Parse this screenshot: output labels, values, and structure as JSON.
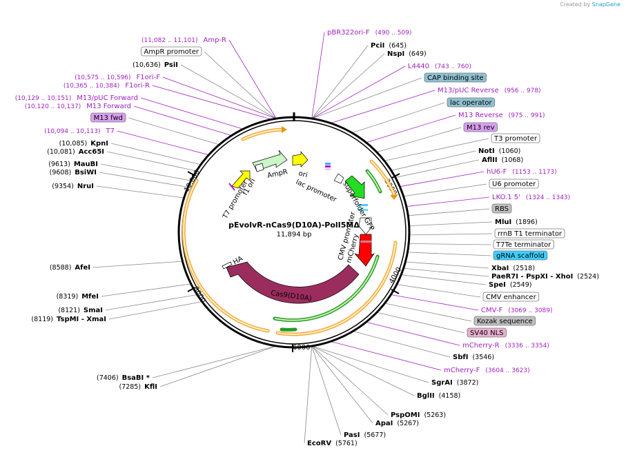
{
  "credit": {
    "prefix": "Created by",
    "brand": "SnapGene"
  },
  "plasmid": {
    "name": "pEvolvR-nCas9(D10A)-PolI5MΔ",
    "length_bp": 11894,
    "length_label": "11,894 bp"
  },
  "ticks": [
    "2000",
    "4000",
    "6000",
    "8000",
    "10,000"
  ],
  "colors": {
    "primer": "#a020c0",
    "enzyme_line": "#888888",
    "backbone": "#000000"
  },
  "left_labels": [
    {
      "kind": "primer",
      "name": "Amp-R",
      "pos": "(11,082 .. 11,101)"
    },
    {
      "kind": "feature",
      "name": "AmpR promoter",
      "pos": ""
    },
    {
      "kind": "enzyme",
      "name": "PsiI",
      "pos": "(10,636)"
    },
    {
      "kind": "primer",
      "name": "F1ori-F",
      "pos": "(10,575 .. 10,596)"
    },
    {
      "kind": "primer",
      "name": "F1ori-R",
      "pos": "(10,365 .. 10,384)"
    },
    {
      "kind": "primer",
      "name": "M13/pUC Forward",
      "pos": "(10,129 .. 10,151)"
    },
    {
      "kind": "primer",
      "name": "M13 Forward",
      "pos": "(10,120 .. 10,137)"
    },
    {
      "kind": "featurebox",
      "name": "M13 fwd",
      "pos": ""
    },
    {
      "kind": "primer",
      "name": "T7",
      "pos": "(10,094 .. 10,113)"
    },
    {
      "kind": "enzyme",
      "name": "KpnI",
      "pos": "(10,085)"
    },
    {
      "kind": "enzyme",
      "name": "Acc65I",
      "pos": "(10,081)"
    },
    {
      "kind": "enzyme",
      "name": "MauBI",
      "pos": "(9613)"
    },
    {
      "kind": "enzyme",
      "name": "BsiWI",
      "pos": "(9608)"
    },
    {
      "kind": "enzyme",
      "name": "NruI",
      "pos": "(9354)"
    },
    {
      "kind": "enzyme",
      "name": "AfeI",
      "pos": "(8588)"
    },
    {
      "kind": "enzyme",
      "name": "MfeI",
      "pos": "(8319)"
    },
    {
      "kind": "enzyme",
      "name": "SmaI",
      "pos": "(8121)"
    },
    {
      "kind": "enzyme",
      "name": "TspMI - XmaI",
      "pos": "(8119)"
    },
    {
      "kind": "enzyme",
      "name": "BsaBI *",
      "pos": "(7406)"
    },
    {
      "kind": "enzyme",
      "name": "KflI",
      "pos": "(7285)"
    }
  ],
  "right_labels": [
    {
      "kind": "primer",
      "name": "pBR322ori-F",
      "pos": "(490 .. 509)"
    },
    {
      "kind": "enzyme",
      "name": "PciI",
      "pos": "(645)"
    },
    {
      "kind": "enzyme",
      "name": "NspI",
      "pos": "(649)"
    },
    {
      "kind": "primer",
      "name": "L4440",
      "pos": "(743 .. 760)"
    },
    {
      "kind": "featurebox",
      "name": "CAP binding site",
      "pos": ""
    },
    {
      "kind": "primer",
      "name": "M13/pUC Reverse",
      "pos": "(956 .. 978)"
    },
    {
      "kind": "featurebox",
      "name": "lac operator",
      "pos": ""
    },
    {
      "kind": "primer",
      "name": "M13 Reverse",
      "pos": "(975 .. 991)"
    },
    {
      "kind": "featurebox",
      "name": "M13 rev",
      "pos": ""
    },
    {
      "kind": "feature",
      "name": "T3 promoter",
      "pos": ""
    },
    {
      "kind": "enzyme",
      "name": "NotI",
      "pos": "(1060)"
    },
    {
      "kind": "enzyme",
      "name": "AflII",
      "pos": "(1068)"
    },
    {
      "kind": "primer",
      "name": "hU6-F",
      "pos": "(1153 .. 1173)"
    },
    {
      "kind": "feature",
      "name": "U6 promoter",
      "pos": ""
    },
    {
      "kind": "primer",
      "name": "LKO.1 5'",
      "pos": "(1324 .. 1343)"
    },
    {
      "kind": "featurebox",
      "name": "RBS",
      "pos": ""
    },
    {
      "kind": "enzyme",
      "name": "MluI",
      "pos": "(1896)"
    },
    {
      "kind": "feature",
      "name": "rrnB T1 terminator",
      "pos": ""
    },
    {
      "kind": "feature",
      "name": "T7Te terminator",
      "pos": ""
    },
    {
      "kind": "featurebox",
      "name": "gRNA scaffold",
      "pos": ""
    },
    {
      "kind": "enzyme",
      "name": "XbaI",
      "pos": "(2518)"
    },
    {
      "kind": "enzyme",
      "name": "PaeR7I - PspXI - XhoI",
      "pos": "(2524)"
    },
    {
      "kind": "enzyme",
      "name": "SpeI",
      "pos": "(2549)"
    },
    {
      "kind": "feature",
      "name": "CMV enhancer",
      "pos": ""
    },
    {
      "kind": "primer",
      "name": "CMV-F",
      "pos": "(3069 .. 3089)"
    },
    {
      "kind": "featurebox",
      "name": "Kozak sequence",
      "pos": ""
    },
    {
      "kind": "featurebox",
      "name": "SV40 NLS",
      "pos": ""
    },
    {
      "kind": "primer",
      "name": "mCherry-R",
      "pos": "(3336 .. 3354)"
    },
    {
      "kind": "enzyme",
      "name": "SbfI",
      "pos": "(3546)"
    },
    {
      "kind": "primer",
      "name": "mCherry-F",
      "pos": "(3604 .. 3623)"
    },
    {
      "kind": "enzyme",
      "name": "SgrAI",
      "pos": "(3872)"
    },
    {
      "kind": "enzyme",
      "name": "BglII",
      "pos": "(4158)"
    },
    {
      "kind": "enzyme",
      "name": "PspOMI",
      "pos": "(5263)"
    },
    {
      "kind": "enzyme",
      "name": "ApaI",
      "pos": "(5267)"
    },
    {
      "kind": "enzyme",
      "name": "PasI",
      "pos": "(5677)"
    },
    {
      "kind": "enzyme",
      "name": "EcoRV",
      "pos": "(5761)"
    }
  ],
  "features": [
    {
      "name": "AmpR",
      "color": "#ccf5c8"
    },
    {
      "name": "AmpR promoter",
      "color": "#ffffff"
    },
    {
      "name": "ori",
      "color": "#ffff00"
    },
    {
      "name": "f1 ori",
      "color": "#ffff00"
    },
    {
      "name": "T7 promoter",
      "color": "#ffffff"
    },
    {
      "name": "lac promoter",
      "color": "#ffffff"
    },
    {
      "name": "superfolder GFP",
      "color": "#22dd22"
    },
    {
      "name": "CMV promoter",
      "color": "#ffffff"
    },
    {
      "name": "mCherry",
      "color": "#ff0000"
    },
    {
      "name": "Cas9(D10A)",
      "color": "#9b2d5e"
    },
    {
      "name": "HA",
      "color": "#ffffff"
    }
  ]
}
